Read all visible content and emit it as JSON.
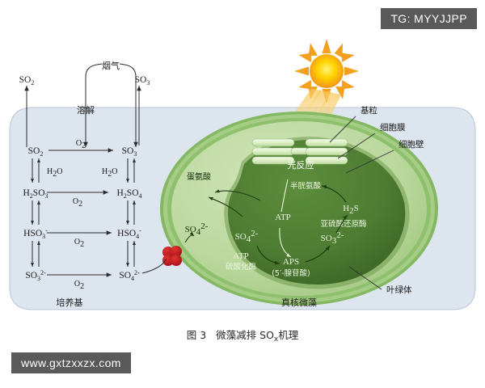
{
  "overlays": {
    "tg_badge": "TG: MYYJJPP",
    "watermark": "www.gxtzxxzx.com"
  },
  "caption": {
    "figure_number": "图 3",
    "text": "微藻减排 SO",
    "subscript": "x",
    "text_tail": "机理"
  },
  "medium_panel": {
    "dissolve_label": "溶解",
    "medium_label": "培养基",
    "flue_gas_label": "烟气",
    "gas_out_left": "SO",
    "gas_out_left_sub": "2",
    "gas_out_right": "SO",
    "gas_out_right_sub": "3"
  },
  "cascade": {
    "oxidant_label": "O",
    "oxidant_sub": "2",
    "hydration_label": "H",
    "hydration_sub": "2",
    "hydration_tail": "O",
    "rows": [
      {
        "left": "SO",
        "left_sub": "2",
        "left_sup": "",
        "right": "SO",
        "right_sub": "3",
        "right_sup": ""
      },
      {
        "left": "H",
        "left_sub": "2",
        "left_mid": "SO",
        "left_sub2": "3",
        "left_sup": "",
        "right": "H",
        "right_sub": "2",
        "right_mid": "SO",
        "right_sub2": "4",
        "right_sup": ""
      },
      {
        "left": "HSO",
        "left_sub": "3",
        "left_sup": "-",
        "right": "HSO",
        "right_sub": "4",
        "right_sup": "-"
      },
      {
        "left": "SO",
        "left_sub": "3",
        "left_sup": "2-",
        "right": "SO",
        "right_sub": "4",
        "right_sup": "2-"
      }
    ]
  },
  "cell": {
    "organism_label": "真核微藻",
    "annotations": [
      {
        "name": "grana",
        "label": "基粒"
      },
      {
        "name": "cell-membrane",
        "label": "细胞膜"
      },
      {
        "name": "cell-wall",
        "label": "细胞壁"
      },
      {
        "name": "chloroplast",
        "label": "叶绿体"
      }
    ],
    "transport": {
      "sulfate_in": "SO",
      "sulfate_in_sub": "4",
      "sulfate_in_sup": "2-"
    },
    "cytoplasm": {
      "methionine": "蛋氨酸"
    },
    "chloroplast": {
      "light_reaction": "光反应",
      "cysteine": "半胱氨酸",
      "atp": "ATP",
      "sulfate": "SO",
      "sulfate_sub": "4",
      "sulfate_sup": "2-",
      "sulfite": "SO",
      "sulfite_sub": "3",
      "sulfite_sup": "2-",
      "h2s": "H",
      "h2s_sub": "2",
      "h2s_tail": "S",
      "sulfite_reductase": "亚硫酸还原酶",
      "atp_sulfurylase_top": "ATP",
      "atp_sulfurylase_bottom": "硫酸化酶",
      "aps": "APS",
      "aps_detail": "(5′-腺苷酸)"
    }
  },
  "colors": {
    "medium_fill": "#dde5ef",
    "medium_stroke": "#b9c6d6",
    "cytoplasm": "#b8d79a",
    "cell_wall_outer": "#8cbf6a",
    "cell_wall_mid": "#a9d089",
    "chloroplast": "#4e7c32",
    "chloroplast_dark": "#3f6a28",
    "transporter_red": "#c0191f",
    "sun_core": "#ffd400",
    "sun_ray": "#f0941e",
    "thylakoid": "#dff0c8",
    "badge_gray": "#595959"
  }
}
